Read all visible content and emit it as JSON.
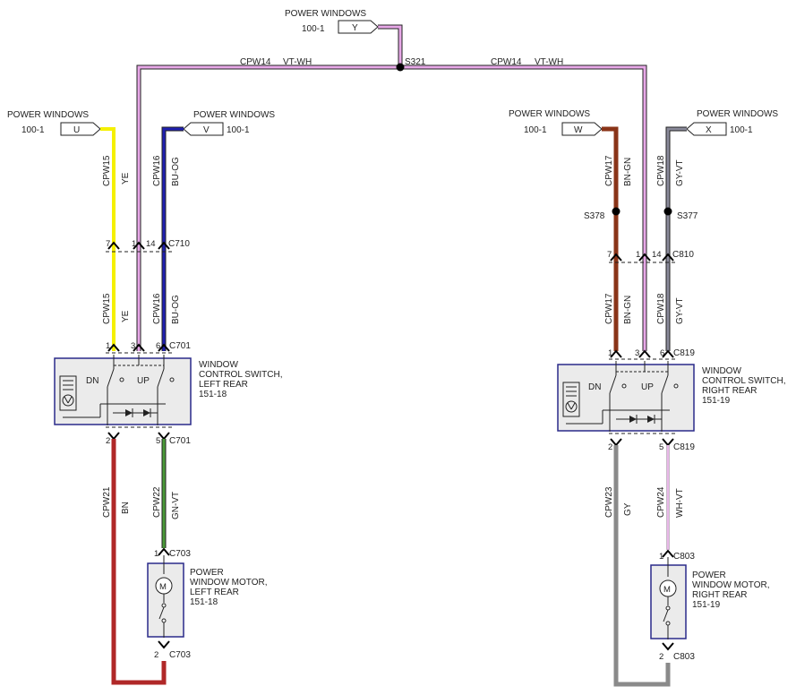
{
  "colors": {
    "ye": "#f5f000",
    "vt_wh": "#e8a8e8",
    "bu_og": "#2020b0",
    "bn_gn": "#8a3418",
    "gy_vt": "#8a8a9a",
    "bn": "#b02828",
    "gn_vt": "#4a9a38",
    "gy": "#8a8a8a",
    "wh_vt": "#e8b8e8",
    "box_border": "#2a2a8a",
    "box_fill": "#ebebeb"
  },
  "top": {
    "label": "POWER WINDOWS",
    "ref": "100-1",
    "pin": "Y",
    "splice": "S321",
    "wire_left_circuit": "CPW14",
    "wire_left_color": "VT-WH",
    "wire_right_circuit": "CPW14",
    "wire_right_color": "VT-WH"
  },
  "left": {
    "conn_u": {
      "label": "POWER WINDOWS",
      "ref": "100-1",
      "pin": "U"
    },
    "conn_v": {
      "label": "POWER WINDOWS",
      "ref": "100-1",
      "pin": "V"
    },
    "w1_upper": {
      "circuit": "CPW15",
      "color": "YE"
    },
    "w3_upper": {
      "circuit": "CPW16",
      "color": "BU-OG"
    },
    "c710": {
      "name": "C710",
      "p1": "7",
      "p2": "1",
      "p3": "14"
    },
    "w1_lower": {
      "circuit": "CPW15",
      "color": "YE"
    },
    "w3_lower": {
      "circuit": "CPW16",
      "color": "BU-OG"
    },
    "c701_top": {
      "name": "C701",
      "p1": "1",
      "p2": "3",
      "p3": "6"
    },
    "switch": {
      "title1": "WINDOW",
      "title2": "CONTROL SWITCH,",
      "title3": "LEFT REAR",
      "ref": "151-18",
      "dn": "DN",
      "up": "UP"
    },
    "c701_bot": {
      "name": "C701",
      "p1": "2",
      "p2": "5"
    },
    "w_bn": {
      "circuit": "CPW21",
      "color": "BN"
    },
    "w_gnvt": {
      "circuit": "CPW22",
      "color": "GN-VT"
    },
    "c703_top": {
      "name": "C703",
      "pin": "1"
    },
    "motor": {
      "title1": "POWER",
      "title2": "WINDOW MOTOR,",
      "title3": "LEFT REAR",
      "ref": "151-18",
      "m": "M"
    },
    "c703_bot": {
      "name": "C703",
      "pin": "2"
    }
  },
  "right": {
    "conn_w": {
      "label": "POWER WINDOWS",
      "ref": "100-1",
      "pin": "W"
    },
    "conn_x": {
      "label": "POWER WINDOWS",
      "ref": "100-1",
      "pin": "X"
    },
    "w1_upper": {
      "circuit": "CPW17",
      "color": "BN-GN"
    },
    "w3_upper": {
      "circuit": "CPW18",
      "color": "GY-VT"
    },
    "s378": "S378",
    "s377": "S377",
    "c810": {
      "name": "C810",
      "p1": "7",
      "p2": "1",
      "p3": "14"
    },
    "w1_lower": {
      "circuit": "CPW17",
      "color": "BN-GN"
    },
    "w3_lower": {
      "circuit": "CPW18",
      "color": "GY-VT"
    },
    "c819_top": {
      "name": "C819",
      "p1": "1",
      "p2": "3",
      "p3": "6"
    },
    "switch": {
      "title1": "WINDOW",
      "title2": "CONTROL SWITCH,",
      "title3": "RIGHT REAR",
      "ref": "151-19",
      "dn": "DN",
      "up": "UP"
    },
    "c819_bot": {
      "name": "C819",
      "p1": "2",
      "p2": "5"
    },
    "w_gy": {
      "circuit": "CPW23",
      "color": "GY"
    },
    "w_whvt": {
      "circuit": "CPW24",
      "color": "WH-VT"
    },
    "c803_top": {
      "name": "C803",
      "pin": "1"
    },
    "motor": {
      "title1": "POWER",
      "title2": "WINDOW MOTOR,",
      "title3": "RIGHT REAR",
      "ref": "151-19",
      "m": "M"
    },
    "c803_bot": {
      "name": "C803",
      "pin": "2"
    }
  }
}
